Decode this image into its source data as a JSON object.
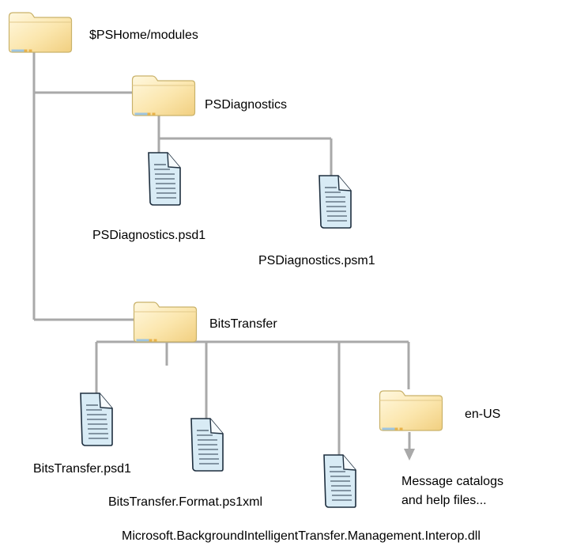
{
  "root": {
    "label": "$PSHome/modules",
    "icon": "folder-icon"
  },
  "modules": [
    {
      "label": "PSDiagnostics",
      "icon": "folder-icon",
      "files": [
        {
          "label": "PSDiagnostics.psd1",
          "icon": "file-icon"
        },
        {
          "label": "PSDiagnostics.psm1",
          "icon": "file-icon"
        }
      ]
    },
    {
      "label": "BitsTransfer",
      "icon": "folder-icon",
      "files": [
        {
          "label": "BitsTransfer.psd1",
          "icon": "file-icon"
        },
        {
          "label": "BitsTransfer.Format.ps1xml",
          "icon": "file-icon"
        },
        {
          "label": "Microsoft.BackgroundIntelligentTransfer.Management.Interop.dll",
          "icon": "file-icon"
        }
      ],
      "subfolder": {
        "label": "en-US",
        "icon": "folder-icon",
        "note_line1": "Message catalogs",
        "note_line2": "and help files..."
      }
    }
  ],
  "colors": {
    "folder_fill": "#fbe6ad",
    "folder_stroke": "#c9b26a",
    "file_fill": "#d8ebf5",
    "file_stroke": "#1e2f3f",
    "connector": "#a9a9a9"
  }
}
